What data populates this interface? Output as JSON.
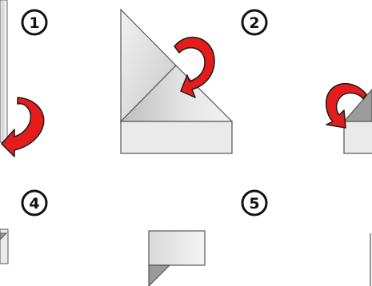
{
  "diagram": {
    "steps": [
      {
        "number": "1"
      },
      {
        "number": "2"
      },
      {
        "number": "4"
      },
      {
        "number": "5"
      }
    ],
    "colors": {
      "paper_light": "#ececec",
      "paper_mid": "#cfcfcf",
      "paper_dark": "#9a9a9a",
      "outline": "#555555",
      "arrow": "#e51c1c",
      "arrow_outline": "#1a1a1a"
    },
    "icons": [
      "fold-arrow-icon"
    ]
  }
}
